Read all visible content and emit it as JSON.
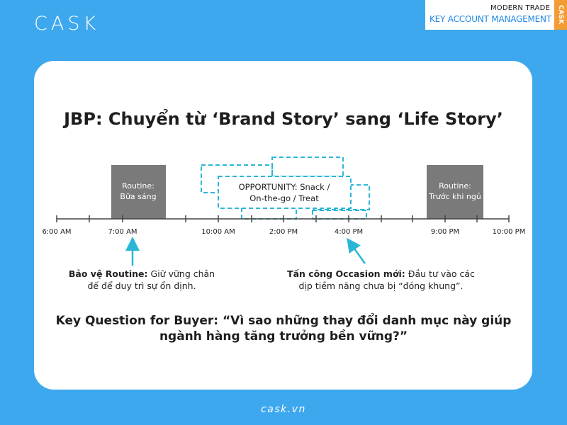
{
  "header": {
    "logo": "CASK",
    "brand_top": "MODERN TRADE",
    "brand_main": "KEY ACCOUNT MANAGEMENT",
    "brand_side": "CASK"
  },
  "card": {
    "title": "JBP: Chuyển từ ‘Brand Story’ sang ‘Life Story’",
    "routine_morning": [
      "Routine:",
      "Bữa sáng"
    ],
    "routine_night": [
      "Routine:",
      "Trước khi ngủ"
    ],
    "opportunity": [
      "OPPORTUNITY: Snack /",
      "On-the-go / Treat"
    ],
    "time_labels": [
      "6:00 AM",
      "7:00 AM",
      "10:00 AM",
      "2:00 PM",
      "4:00 PM",
      "9:00 PM",
      "10:00 PM"
    ],
    "callout_left_bold": "Bảo vệ Routine:",
    "callout_left_rest": "Giữ vững chân",
    "callout_left_line2": "đế để duy trì sự ổn định.",
    "callout_right_bold": "Tấn công Occasion mới:",
    "callout_right_rest": "Đầu tư vào các",
    "callout_right_line2": "dịp tiềm năng chưa bị “đóng khung”.",
    "question_line1": "Key Question for Buyer: “Vì sao những thay đổi danh mục này giúp",
    "question_line2": "ngành hàng tăng trưởng bền vững?”"
  },
  "footer": {
    "site": "cask.vn"
  },
  "colors": {
    "background": "#3ea8ee",
    "accent_cyan": "#2bb6d6",
    "routine_grey": "#7a7a7a",
    "brand_orange": "#f39c34",
    "brand_blue": "#1e88e5"
  }
}
